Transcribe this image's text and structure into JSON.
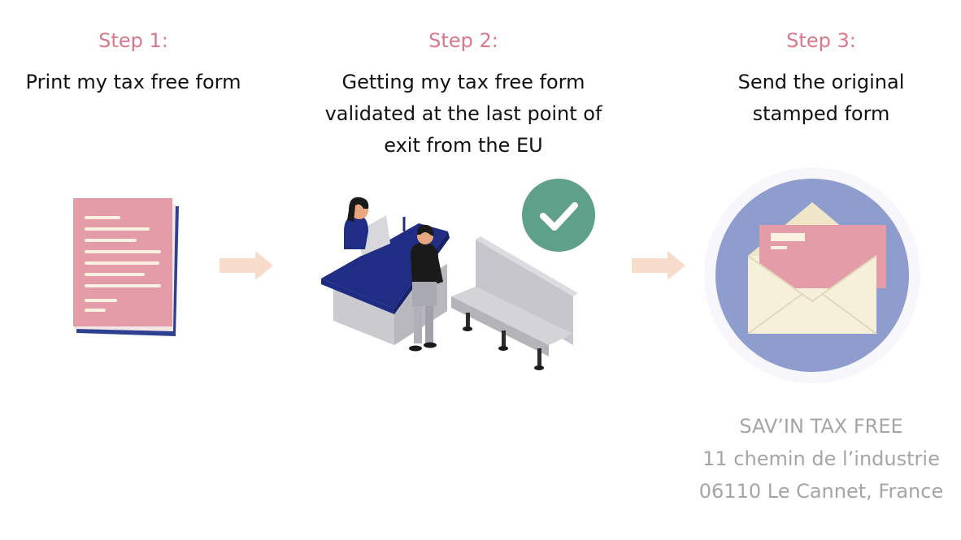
{
  "steps": [
    {
      "label": "Step 1:",
      "title_lines": [
        "Print my tax free form"
      ],
      "icon": "tax-form-document-icon"
    },
    {
      "label": "Step 2:",
      "title_lines": [
        "Getting my tax free form",
        "validated at the last point of",
        "exit from the EU"
      ],
      "icon": "customs-desk-validation-icon"
    },
    {
      "label": "Step 3:",
      "title_lines": [
        "Send the original",
        "stamped form"
      ],
      "icon": "envelope-with-form-icon"
    }
  ],
  "address": {
    "lines": [
      "SAV’IN TAX FREE",
      "11 chemin de l’industrie",
      "06110 Le Cannet, France"
    ]
  },
  "arrows": [
    "arrow-right-icon",
    "arrow-right-icon"
  ],
  "colors": {
    "step_label": "#d8788a",
    "title_text": "#111111",
    "address_text": "#a5a5a5",
    "form_pink": "#e49da8",
    "form_blue": "#2e4190",
    "arrow": "#f7dccb",
    "check_green": "#5fa08b",
    "circle_blue": "#8f9cce",
    "envelope": "#f6f0db",
    "desk_blue": "#1f2d85",
    "desk_grey": "#c9c9cf"
  }
}
